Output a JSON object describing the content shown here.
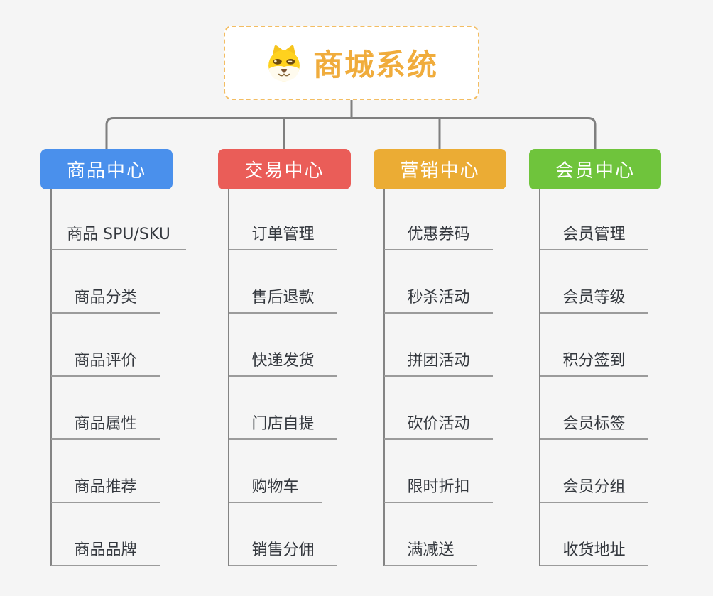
{
  "root": {
    "title": "商城系统",
    "icon": "dog-face-icon"
  },
  "branches": [
    {
      "label": "商品中心",
      "color": "#4a90ec",
      "children": [
        "商品 SPU/SKU",
        "商品分类",
        "商品评价",
        "商品属性",
        "商品推荐",
        "商品品牌"
      ]
    },
    {
      "label": "交易中心",
      "color": "#ea5d58",
      "children": [
        "订单管理",
        "售后退款",
        "快递发货",
        "门店自提",
        "购物车",
        "销售分佣"
      ]
    },
    {
      "label": "营销中心",
      "color": "#ebac34",
      "children": [
        "优惠券码",
        "秒杀活动",
        "拼团活动",
        "砍价活动",
        "限时折扣",
        "满减送"
      ]
    },
    {
      "label": "会员中心",
      "color": "#6fc43c",
      "children": [
        "会员管理",
        "会员等级",
        "积分签到",
        "会员标签",
        "会员分组",
        "收货地址"
      ]
    }
  ],
  "colors": {
    "canvas_background": "#f5f5f5",
    "root_border": "#f3bd62",
    "root_text": "#f0ac3c",
    "connector_line": "#7f7f7f",
    "leaf_underline": "#9b9b9b",
    "leaf_text": "#34383e"
  }
}
